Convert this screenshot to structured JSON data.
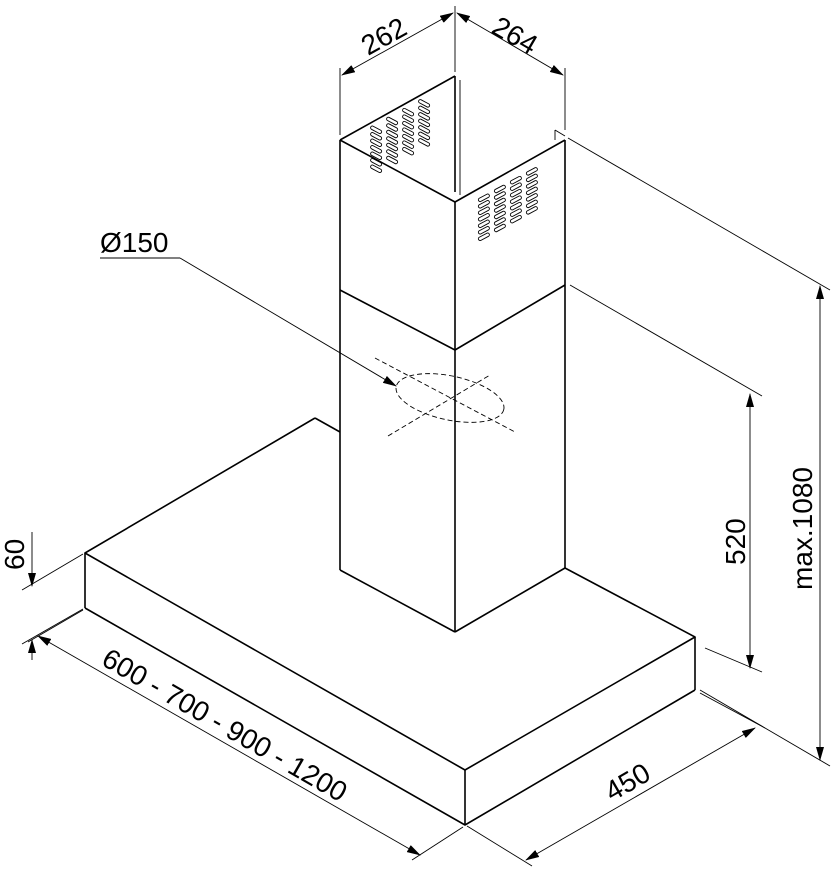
{
  "title": "Chimney cooker hood dimensions",
  "dimensions": {
    "chimney_width": "262",
    "chimney_depth": "264",
    "duct_diameter": "Ø150",
    "max_height": "max.1080",
    "chimney_lower_height": "520",
    "canopy_depth": "450",
    "canopy_widths": "600 - 700 - 900 - 1200",
    "canopy_thickness": "60"
  }
}
